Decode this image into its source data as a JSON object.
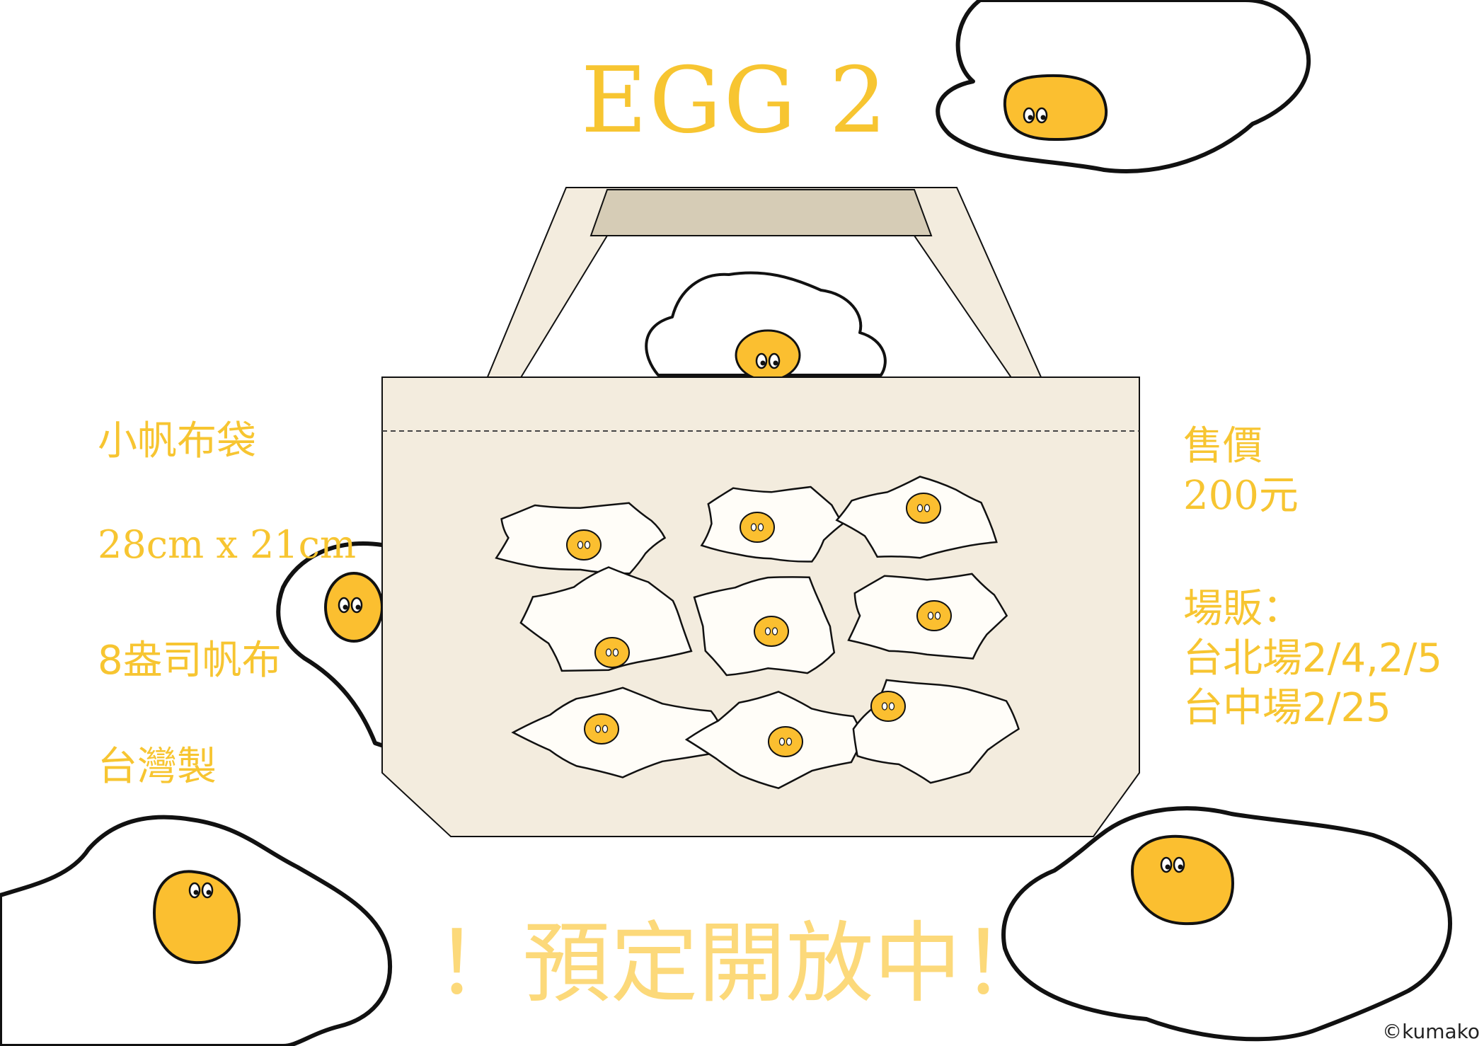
{
  "title": "EGG 2",
  "specs": {
    "type": "小帆布袋",
    "size": "28cm x 21cm",
    "material": "8盎司帆布",
    "origin": "台灣製"
  },
  "pricing": {
    "label": "售價",
    "value": "200元",
    "venue_label": "場販：",
    "venue_1": "台北場2/4,2/5",
    "venue_2": "台中場2/25"
  },
  "preorder_banner": "！預定開放中！",
  "credit": "©kumako",
  "colors": {
    "accent_yellow": "#f7c531",
    "banner_yellow": "#fcd97a",
    "egg_yolk": "#fbbf30",
    "canvas": "#f3ecde",
    "bag_inner": "#d6ccb6",
    "outline": "#111111"
  },
  "icons": [
    "fried-egg-icon",
    "tote-bag-icon"
  ]
}
